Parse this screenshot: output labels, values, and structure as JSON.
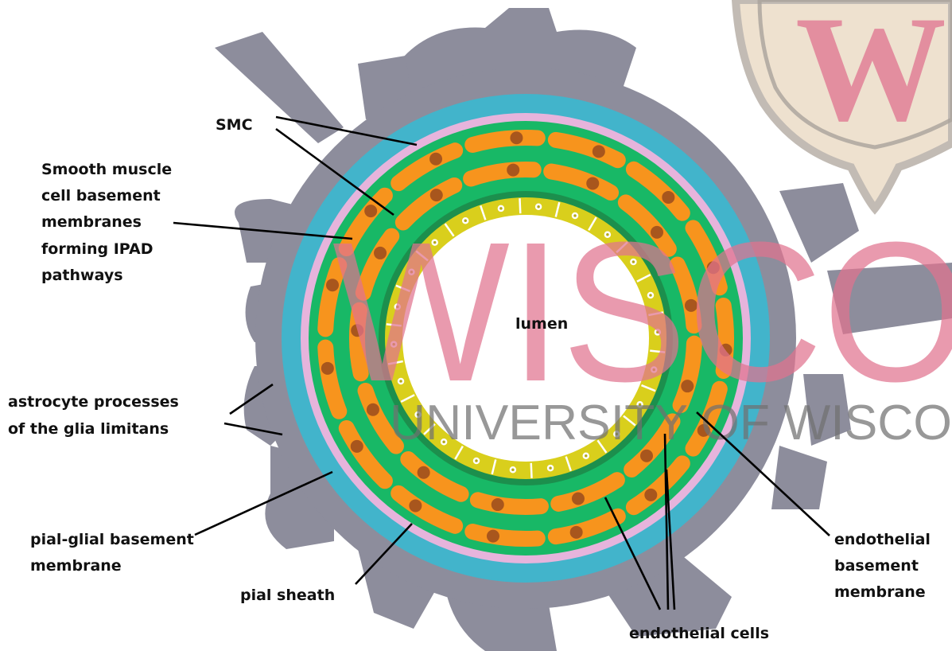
{
  "colors": {
    "astrocyte": "#8d8d9c",
    "pial_outer": "#42b4cb",
    "pial_inner": "#e6b4dc",
    "smooth_muscle_layer": "#18b866",
    "smc": "#f7941d",
    "smc_nucleus": "#a8561d",
    "endothelial_bm": "#1c8f4d",
    "endothelium": "#d9cf1c",
    "watermark": "#e0738f",
    "crest": "#ecdcc7"
  },
  "labels": {
    "smc": "SMC",
    "smooth_muscle_bm": [
      "Smooth muscle",
      "cell basement",
      "membranes",
      "forming IPAD",
      "pathways"
    ],
    "astrocyte": [
      "astrocyte processes",
      "of the glia limitans"
    ],
    "pial_glial": [
      "pial-glial basement",
      "membrane"
    ],
    "pial_sheath": "pial sheath",
    "lumen": "lumen",
    "endothelial_cells": "endothelial cells",
    "endothelial_bm": [
      "endothelial",
      "basement",
      "membrane"
    ]
  },
  "watermark": {
    "title": "WISCO",
    "subtitle": "UNIVERSITY OF WISCO",
    "crest_letter": "W"
  }
}
